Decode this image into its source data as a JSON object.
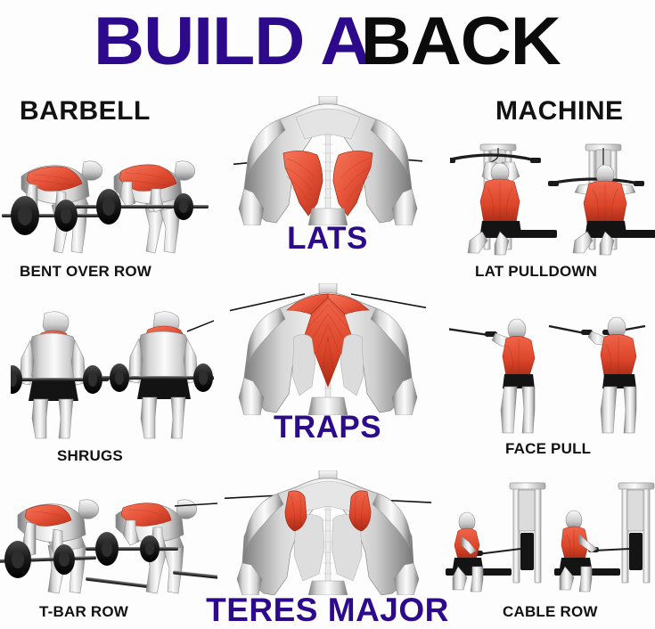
{
  "poster": {
    "title_part_1": "BUILD A ",
    "title_part_2": "BACK",
    "title_full": "BUILD A BACK",
    "background_color": "#fdfdfd"
  },
  "colors": {
    "title_purple": "#2d0a8c",
    "title_black": "#0b0b0b",
    "muscle_highlight_red": "#e8553a",
    "muscle_highlight_red_dark": "#c3371f",
    "anatomy_grey_light": "#f2f2f2",
    "anatomy_grey_mid": "#c9c9c9",
    "anatomy_grey_dark": "#8a8a8a",
    "equipment_black": "#1a1a1a",
    "label_black": "#111111"
  },
  "columns": {
    "left": {
      "header": "BARBELL"
    },
    "right": {
      "header": "MACHINE"
    }
  },
  "rows": [
    {
      "muscle": "LATS",
      "muscle_label_color": "#2d0a8c",
      "anatomy": {
        "name": "lats-anatomy",
        "view": "posterior upper body",
        "highlighted_region": "latissimus dorsi",
        "pointer_lines": 2
      },
      "left_exercise": {
        "label": "BENT OVER ROW",
        "equipment": "barbell",
        "frames": 2,
        "highlighted_muscle": "lats"
      },
      "right_exercise": {
        "label": "LAT PULLDOWN",
        "equipment": "machine",
        "frames": 2,
        "highlighted_muscle": "lats"
      }
    },
    {
      "muscle": "TRAPS",
      "muscle_label_color": "#2d0a8c",
      "anatomy": {
        "name": "traps-anatomy",
        "view": "posterior upper body",
        "highlighted_region": "trapezius",
        "pointer_lines": 2
      },
      "left_exercise": {
        "label": "SHRUGS",
        "equipment": "barbell",
        "frames": 2,
        "highlighted_muscle": "traps"
      },
      "right_exercise": {
        "label": "FACE PULL",
        "equipment": "cable",
        "frames": 2,
        "highlighted_muscle": "traps"
      }
    },
    {
      "muscle": "TERES MAJOR",
      "muscle_label_color": "#2d0a8c",
      "anatomy": {
        "name": "teres-major-anatomy",
        "view": "posterior upper body",
        "highlighted_region": "teres major",
        "pointer_lines": 2
      },
      "left_exercise": {
        "label": "T-BAR ROW",
        "equipment": "barbell",
        "frames": 2,
        "highlighted_muscle": "teres major"
      },
      "right_exercise": {
        "label": "CABLE ROW",
        "equipment": "machine",
        "frames": 2,
        "highlighted_muscle": "teres major"
      }
    }
  ]
}
